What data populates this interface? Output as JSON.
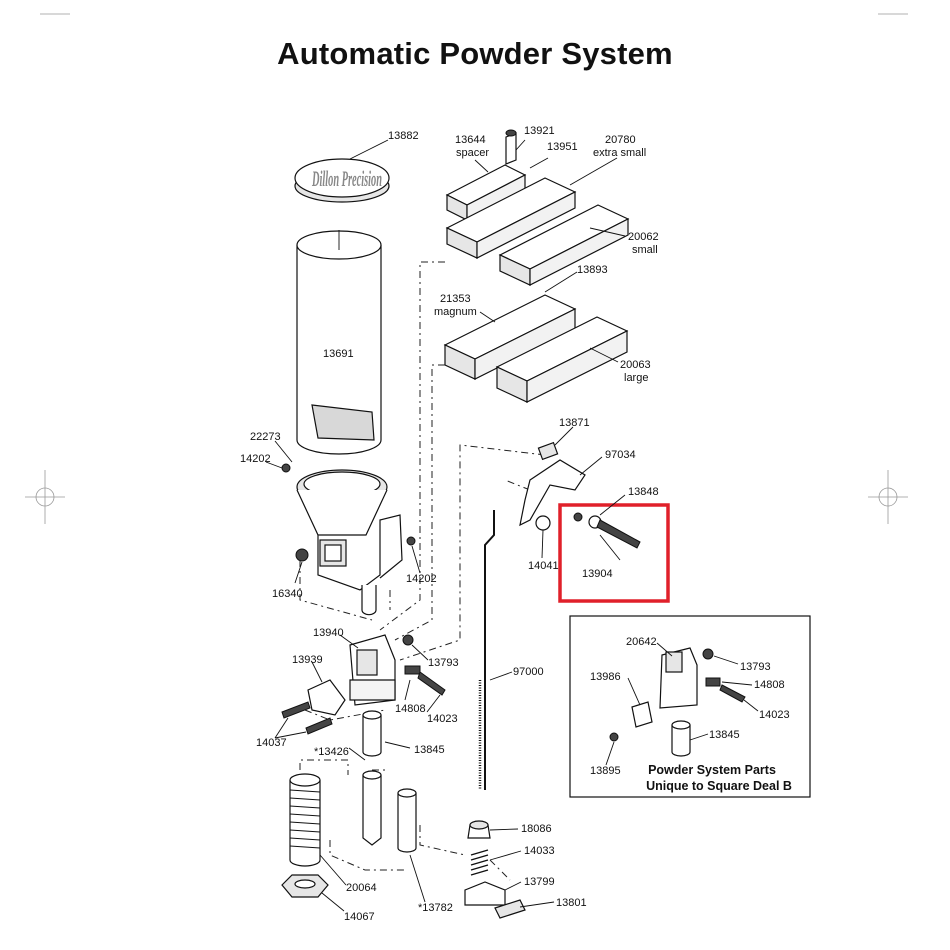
{
  "title": "Automatic Powder System",
  "brand_logo": "Dillon Precision",
  "highlight_color": "#e0202a",
  "parts": {
    "p13882": "13882",
    "p13644": "13644",
    "p13644_note": "spacer",
    "p13921": "13921",
    "p13951": "13951",
    "p20780": "20780",
    "p20780_note": "extra small",
    "p20062": "20062",
    "p20062_note": "small",
    "p13893": "13893",
    "p21353": "21353",
    "p21353_note": "magnum",
    "p20063": "20063",
    "p20063_note": "large",
    "p13691": "13691",
    "p22273": "22273",
    "p14202a": "14202",
    "p14202b": "14202",
    "p16340": "16340",
    "p13871": "13871",
    "p97034": "97034",
    "p13848": "13848",
    "p14041": "14041",
    "p13904": "13904",
    "p13940": "13940",
    "p13793a": "13793",
    "p13939": "13939",
    "p14808a": "14808",
    "p14023a": "14023",
    "p14037": "14037",
    "p13426": "*13426",
    "p13845a": "13845",
    "p97000": "97000",
    "p18086": "18086",
    "p14033": "14033",
    "p13799": "13799",
    "p13801": "13801",
    "p20064": "20064",
    "p14067": "14067",
    "p13782": "*13782"
  },
  "inset": {
    "p20642": "20642",
    "p13793": "13793",
    "p13986": "13986",
    "p14808": "14808",
    "p14023": "14023",
    "p13845": "13845",
    "p13895": "13895",
    "caption_line1": "Powder System Parts",
    "caption_line2": "Unique to Square Deal B"
  }
}
